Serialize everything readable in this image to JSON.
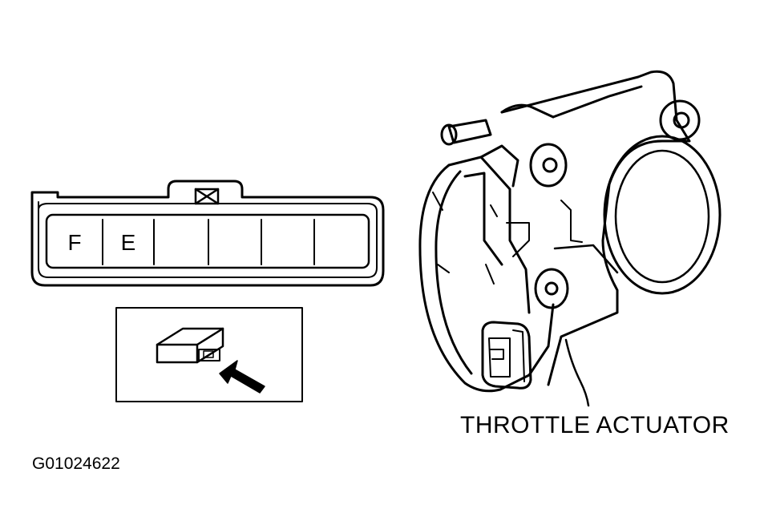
{
  "connector": {
    "pins": [
      "F",
      "E",
      "",
      "",
      "",
      ""
    ]
  },
  "callouts": {
    "throttle_actuator": "THROTTLE ACTUATOR"
  },
  "figure_id": "G01024622"
}
